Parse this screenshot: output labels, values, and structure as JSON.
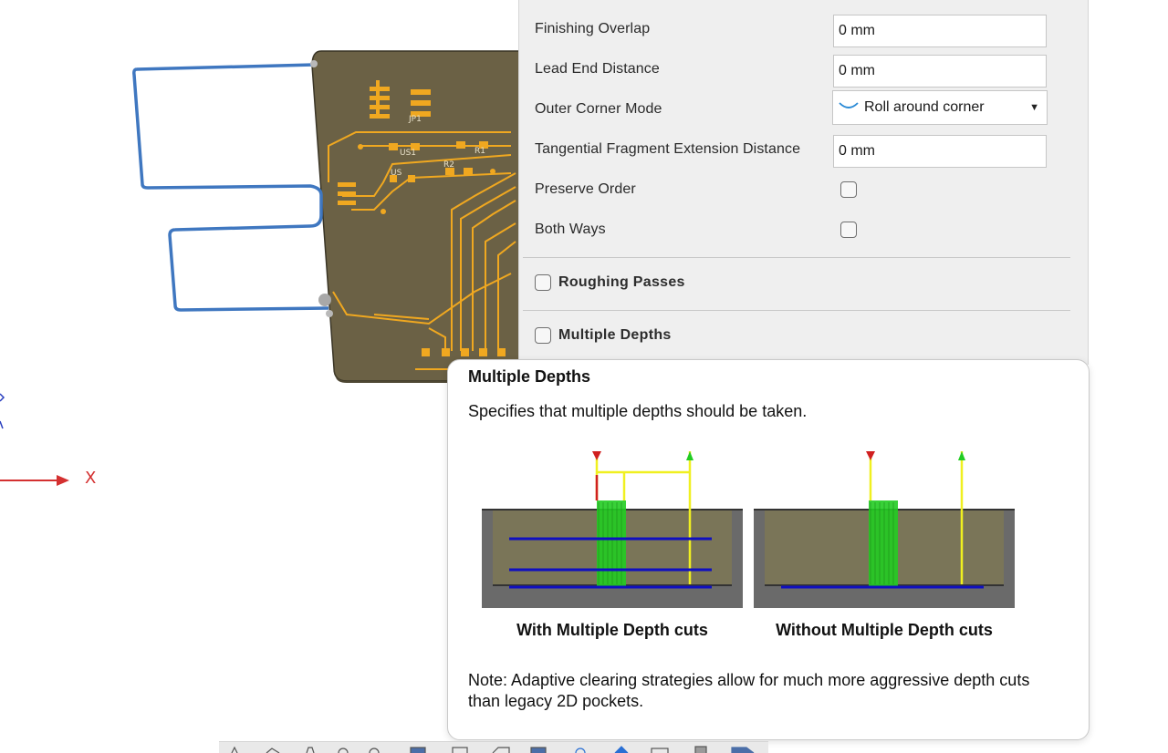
{
  "settings": {
    "rows": [
      {
        "label": "Finishing Overlap",
        "value": "0 mm"
      },
      {
        "label": "Lead End Distance",
        "value": "0 mm"
      },
      {
        "label": "Outer Corner Mode",
        "value": "Roll around corner"
      },
      {
        "label": "Tangential Fragment Extension Distance",
        "value": "0 mm"
      },
      {
        "label": "Preserve Order",
        "checked": false
      },
      {
        "label": "Both Ways",
        "checked": false
      }
    ],
    "sections": [
      {
        "label": "Roughing Passes",
        "checked": false
      },
      {
        "label": "Multiple Depths",
        "checked": false
      }
    ]
  },
  "tooltip": {
    "title": "Multiple Depths",
    "description": "Specifies that multiple depths should be taken.",
    "caption_with": "With Multiple Depth cuts",
    "caption_without": "Without Multiple Depth cuts",
    "note": "Note: Adaptive clearing strategies allow for much more aggressive depth cuts than legacy 2D pockets."
  },
  "viewport": {
    "axis_x_label": "X",
    "pcb_labels": [
      "JP1",
      "US1",
      "R1",
      "R2",
      "US"
    ]
  },
  "colors": {
    "pcb_board": "#6b6145",
    "pcb_trace": "#f0a820",
    "sketch_line": "#3f77c0",
    "axis_x": "#d43030",
    "toolpath_blue": "#1010c0",
    "toolpath_green": "#22cc22",
    "toolpath_yellow": "#f0f020",
    "stock_grey": "#7a7558"
  },
  "icons": [
    "curve-icon",
    "dropdown-arrow-icon",
    "checkbox-icon"
  ]
}
